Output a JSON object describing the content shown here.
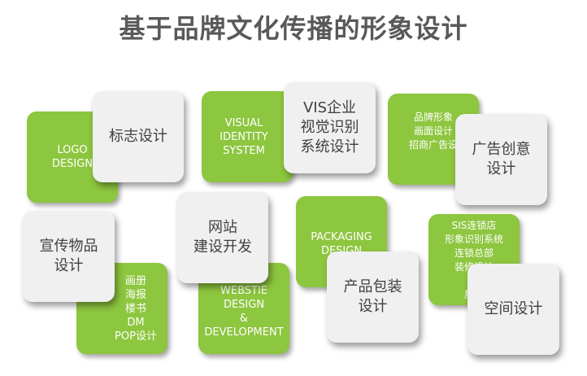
{
  "title": "基于品牌文化传播的形象设计",
  "cards": {
    "logo_green": "LOGO\nDESIGN",
    "logo_gray": "标志设计",
    "vis_green": "VISUAL\nIDENTITY\nSYSTEM",
    "vis_gray": "VIS企业\n视觉识别\n系统设计",
    "ad_green": "品牌形象\n画面设计\n招商广告设",
    "ad_gray": "广告创意\n设计",
    "print_gray": "宣传物品\n设计",
    "print_green": "画册\n海报\n楼书\nDM\nPOP设计",
    "web_gray": "网站\n建设开发",
    "web_green": "WEBSTIE\nDESIGN\n&\nDEVELOPMENT",
    "pack_green": "PACKAGING\nDESIGN",
    "pack_gray": "产品包装\n设计",
    "sis_green": "SIS连锁店\n形象识别系统\n连锁总部\n装修设计\n展\n展台",
    "sis_gray": "空间设计"
  }
}
